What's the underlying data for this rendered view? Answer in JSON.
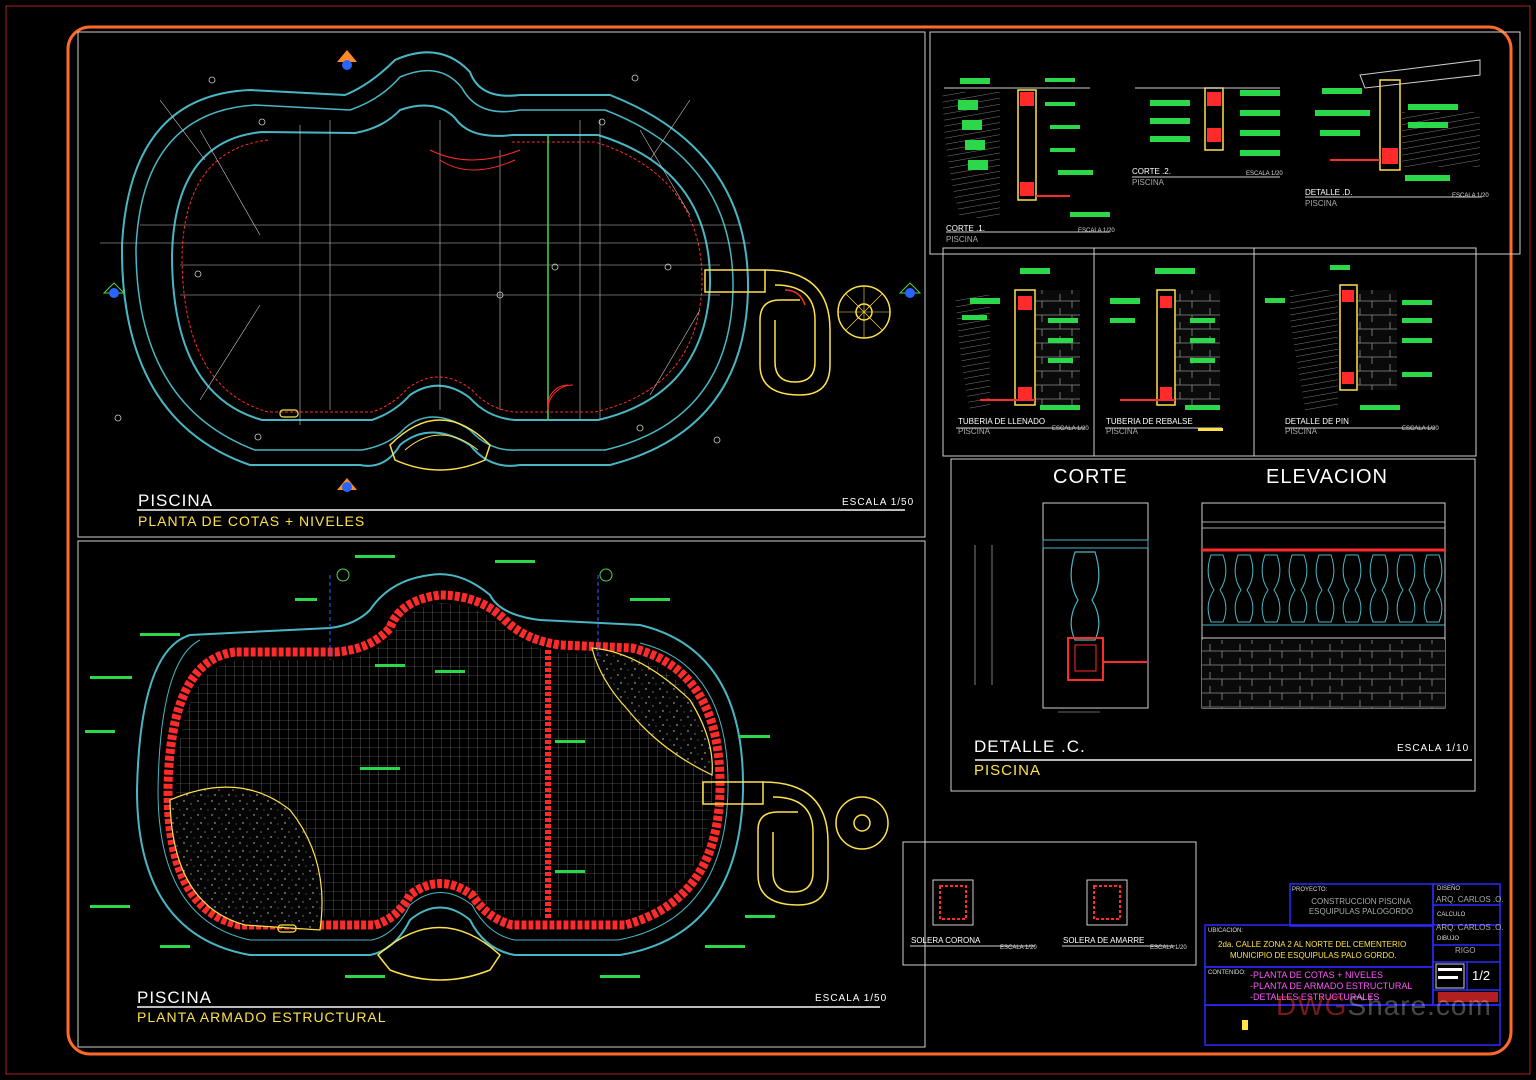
{
  "colors": {
    "background": "#000000",
    "frame_border": "#ff6a2a",
    "pool_outline": "#49b6c4",
    "rebar": "#ff2a2a",
    "label_green": "#22e63a",
    "accent_yellow": "#ffe14a",
    "title_block_blue": "#2a2aff",
    "text_magenta": "#ff55ff"
  },
  "plan_cotas": {
    "title": "PISCINA",
    "subtitle": "PLANTA DE COTAS + NIVELES",
    "scale": "ESCALA 1/50"
  },
  "plan_armado": {
    "title": "PISCINA",
    "subtitle": "PLANTA ARMADO ESTRUCTURAL",
    "scale": "ESCALA 1/50"
  },
  "details_top": {
    "corte1": {
      "label": "CORTE .1.",
      "sub": "PISCINA",
      "scale": "ESCALA 1/20"
    },
    "corte2": {
      "label": "CORTE .2.",
      "sub": "PISCINA",
      "scale": "ESCALA 1/20"
    },
    "detalleD": {
      "label": "DETALLE .D.",
      "sub": "PISCINA",
      "scale": "ESCALA 1/20"
    },
    "tuberia_llenado": {
      "label": "TUBERIA DE LLENADO",
      "sub": "PISCINA",
      "scale": "ESCALA 1/20"
    },
    "tuberia_rebalse": {
      "label": "TUBERIA DE REBALSE",
      "sub": "PISCINA"
    },
    "detalle_pin": {
      "label": "DETALLE DE PIN",
      "sub": "PISCINA",
      "scale": "ESCALA 1/20"
    }
  },
  "detalle_c": {
    "corte": "CORTE",
    "elevacion": "ELEVACION",
    "title": "DETALLE .C.",
    "sub": "PISCINA",
    "scale": "ESCALA 1/10"
  },
  "soleras": {
    "corona": "SOLERA CORONA",
    "amarre": "SOLERA DE AMARRE",
    "scale": "ESCALA 1/20"
  },
  "title_block": {
    "proyecto_label": "PROYECTO:",
    "proyecto_value": "CONSTRUCCION PISCINA ESQUIPULAS PALOGORDO",
    "ubicacion_label": "UBICACION:",
    "ubicacion_value_1": "2da. CALLE ZONA 2 AL NORTE DEL CEMENTERIO",
    "ubicacion_value_2": "MUNICIPIO DE ESQUIPULAS PALO GORDO.",
    "contenido_label": "CONTENIDO:",
    "contenido_1": "-PLANTA DE COTAS + NIVELES",
    "contenido_2": "-PLANTA DE ARMADO ESTRUCTURAL",
    "contenido_3": "-DETALLES ESTRUCTURALES",
    "diseno_label": "DISEÑO",
    "diseno_value": "ARQ. CARLOS .O.",
    "calculo_label": "CALCULO",
    "calculo_value": "ARQ. CARLOS .O.",
    "dibujo_label": "DIBUJO",
    "dibujo_value": "RIGO",
    "sheet": "1/2"
  },
  "watermark": {
    "part1": "DWG",
    "part2": "Share.com"
  }
}
